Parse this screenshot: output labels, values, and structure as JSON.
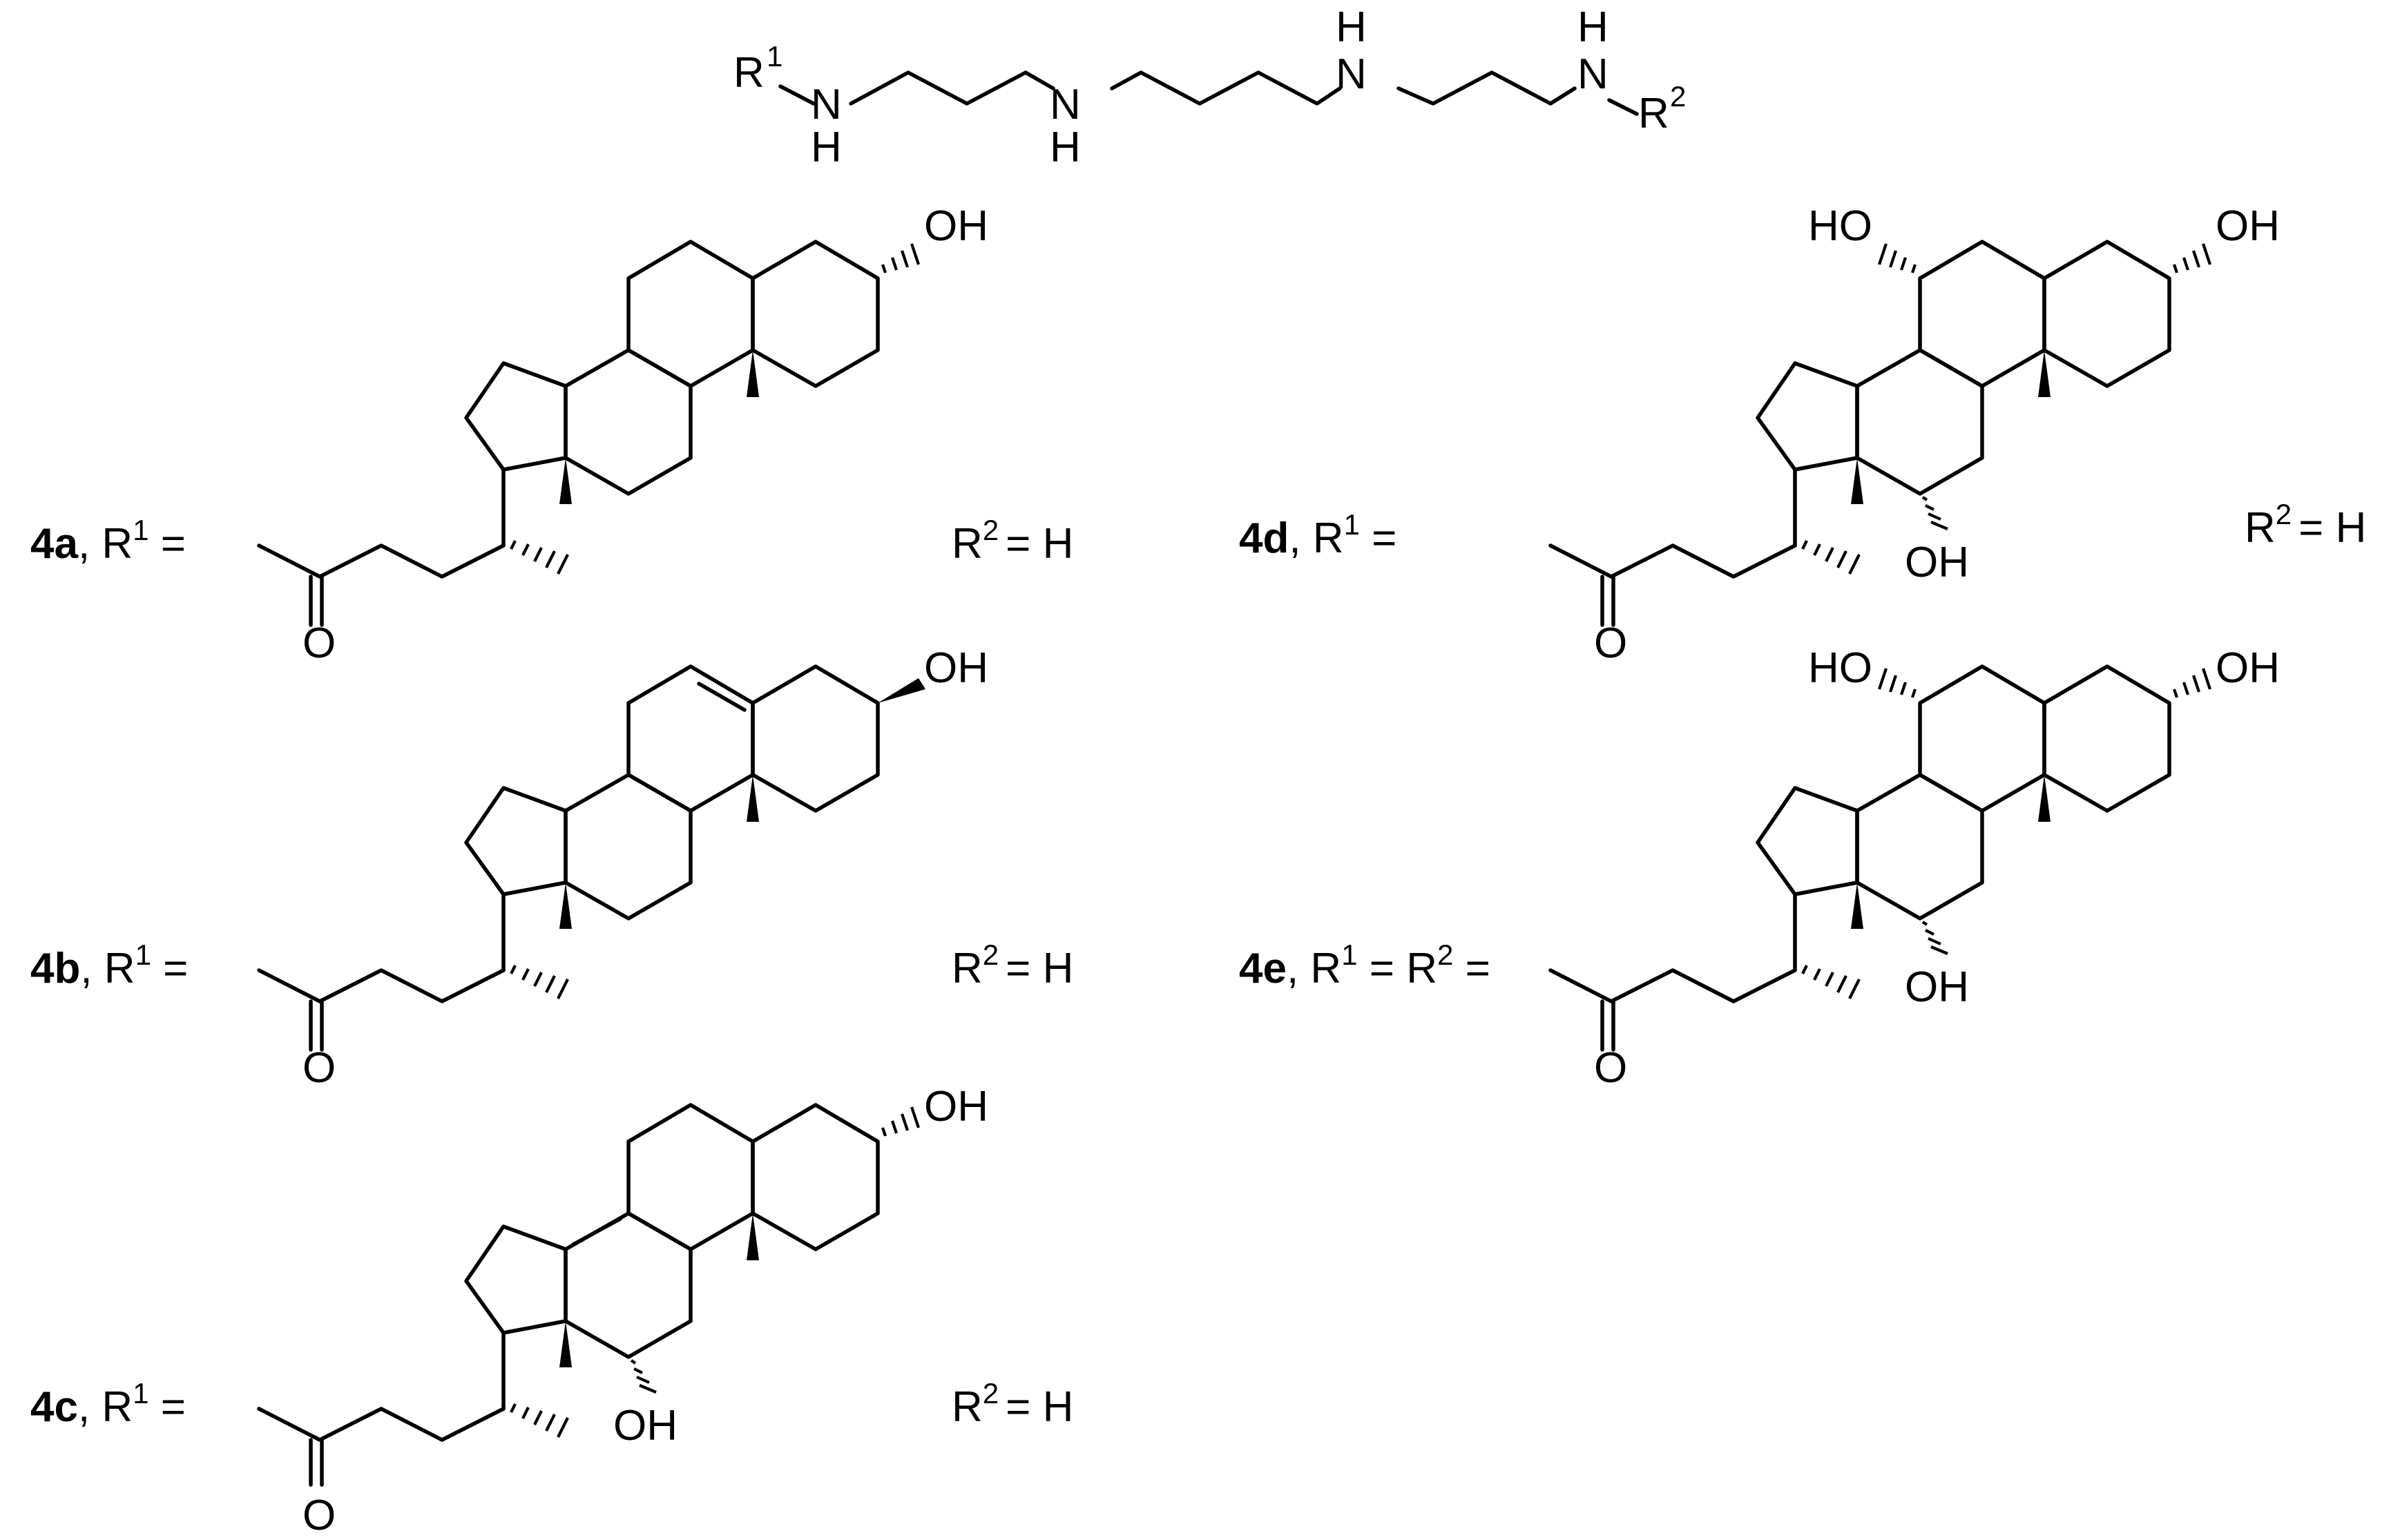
{
  "colors": {
    "background": "#ffffff",
    "ink": "#000000"
  },
  "scaffold": {
    "r1_label": "R",
    "r1_sup": "1",
    "r2_label": "R",
    "r2_sup": "2",
    "n_label": "N",
    "h_label": "H"
  },
  "compounds": [
    {
      "id": "4a",
      "caption_rest": ", R",
      "sup": "1",
      "equals": " =",
      "r2_text": "= H",
      "groups": [
        "O",
        "OH"
      ]
    },
    {
      "id": "4b",
      "caption_rest": ", R",
      "sup": "1",
      "equals": " =",
      "r2_text": "= H",
      "groups": [
        "O",
        "OH"
      ]
    },
    {
      "id": "4c",
      "caption_rest": ", R",
      "sup": "1",
      "equals": " =",
      "r2_text": "= H",
      "groups": [
        "O",
        "OH",
        "OH"
      ]
    },
    {
      "id": "4d",
      "caption_rest": ", R",
      "sup": "1",
      "equals": " =",
      "r2_text": "= H",
      "groups": [
        "O",
        "OH",
        "HO",
        "OH"
      ]
    },
    {
      "id": "4e",
      "caption_rest": ", R",
      "sup": "1",
      "equals": " = R",
      "sup2": "2",
      "equals2": " =",
      "groups": [
        "O",
        "OH",
        "HO",
        "OH"
      ]
    }
  ]
}
